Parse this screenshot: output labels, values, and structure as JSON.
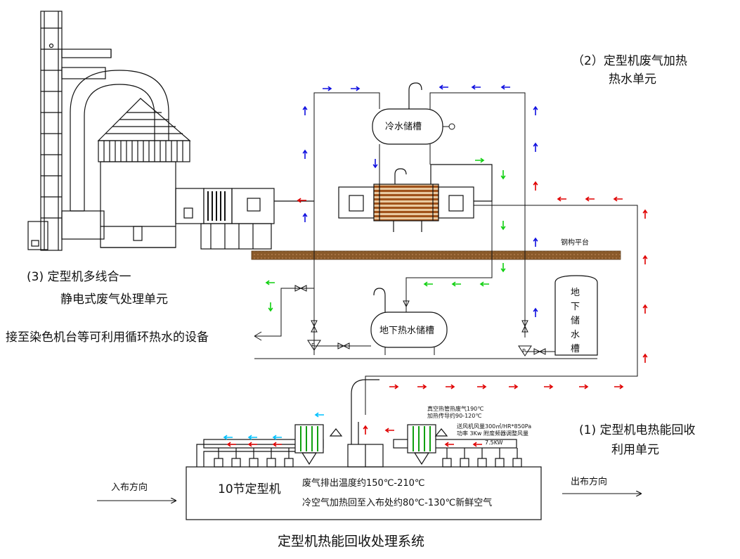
{
  "diagram": {
    "title": "定型机热能回收处理系统",
    "unit2_line1": "（2）定型机废气加热",
    "unit2_line2": "热水单元",
    "unit3_line1": "(3)  定型机多线合一",
    "unit3_line2": "静电式废气处理单元",
    "unit1_line1": "(1)  定型机电热能回收",
    "unit1_line2": "利用单元",
    "cold_tank": "冷水储槽",
    "hot_tank": "地下热水储槽",
    "underground_tank": [
      "地",
      "下",
      "储",
      "水",
      "槽"
    ],
    "platform": "钢构平台",
    "dye_machine": "接至染色机台等可利用循环热水的设备",
    "machine": "10节定型机",
    "exhaust_temp": "废气排出温度约150℃-210℃",
    "cold_air": "冷空气加热回至入布处约80℃-130℃新鲜空气",
    "cloth_in": "入布方向",
    "cloth_out": "出布方向",
    "vac_note1": "真空热管热废气190℃",
    "vac_note2": "加热传导约90-120℃",
    "fan_note1": "送风机风量300㎥/HR*850Pa",
    "fan_note2": "功率 3Kw 附度频器调整风量",
    "motor_power": "7.5KW",
    "pump_label": "P"
  },
  "colors": {
    "blue": "#1010e0",
    "red": "#e00000",
    "green": "#10d010",
    "cyan": "#00c0ff",
    "platform": "#8a5a2a",
    "coil": "#a0521a"
  }
}
